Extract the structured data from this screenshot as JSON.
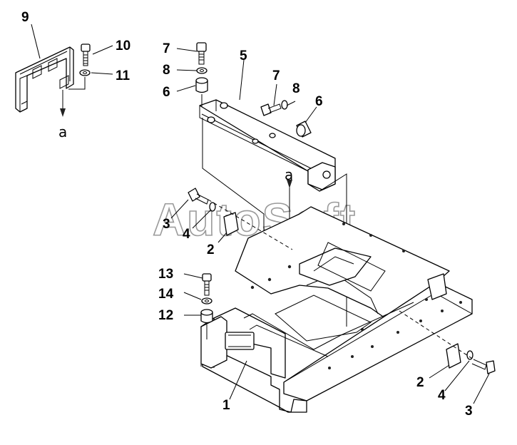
{
  "watermark": "AutoSoft",
  "reference_mark": "a",
  "callouts": {
    "c9": "9",
    "c10": "10",
    "c11": "11",
    "c7a": "7",
    "c8a": "8",
    "c6a": "6",
    "c5": "5",
    "c7b": "7",
    "c8b": "8",
    "c6b": "6",
    "c3a": "3",
    "c4a": "4",
    "c2a": "2",
    "c13": "13",
    "c14": "14",
    "c12": "12",
    "c1": "1",
    "c2b": "2",
    "c4b": "4",
    "c3b": "3"
  }
}
